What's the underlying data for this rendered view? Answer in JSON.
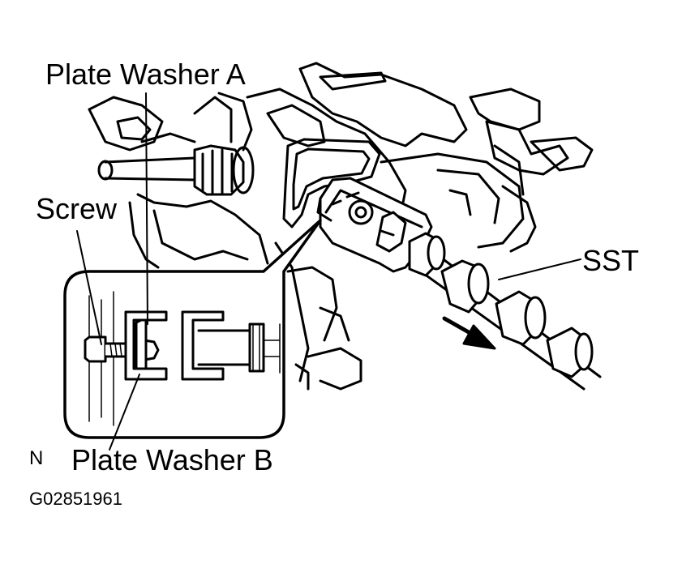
{
  "labels": {
    "plate_washer_a": "Plate Washer A",
    "screw": "Screw",
    "sst": "SST",
    "plate_washer_b": "Plate Washer B",
    "n": "N",
    "figure_code": "G02851961"
  }
}
